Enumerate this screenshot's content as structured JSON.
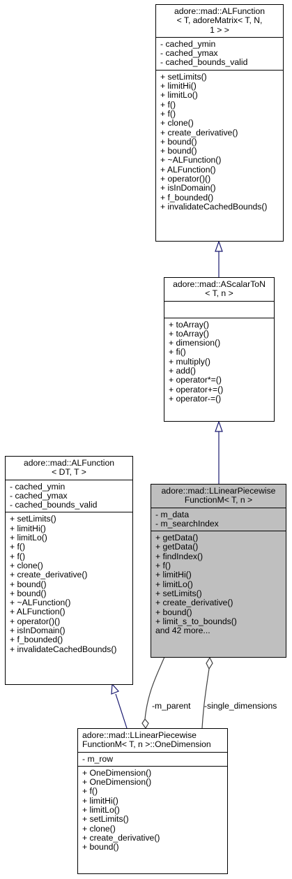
{
  "classes": {
    "alfunction_n": {
      "title": [
        "adore::mad::ALFunction",
        "< T, adoreMatrix< T, N,",
        "1 > >"
      ],
      "attributes": [
        "- cached_ymin",
        "- cached_ymax",
        "- cached_bounds_valid"
      ],
      "methods": [
        "+ setLimits()",
        "+ limitHi()",
        "+ limitLo()",
        "+ f()",
        "+ f()",
        "+ clone()",
        "+ create_derivative()",
        "+ bound()",
        "+ bound()",
        "+ ~ALFunction()",
        "+ ALFunction()",
        "+ operator()()",
        "+ isInDomain()",
        "+ f_bounded()",
        "+ invalidateCachedBounds()"
      ]
    },
    "ascalartoN": {
      "title": [
        "adore::mad::AScalarToN",
        "< T, n >"
      ],
      "attributes": [],
      "methods": [
        "+ toArray()",
        "+ toArray()",
        "+ dimension()",
        "+ fi()",
        "+ multiply()",
        "+ add()",
        "+ operator*=()",
        "+ operator+=()",
        "+ operator-=()"
      ]
    },
    "alfunction_dt": {
      "title": [
        "adore::mad::ALFunction",
        "< DT, T >"
      ],
      "attributes": [
        "- cached_ymin",
        "- cached_ymax",
        "- cached_bounds_valid"
      ],
      "methods": [
        "+ setLimits()",
        "+ limitHi()",
        "+ limitLo()",
        "+ f()",
        "+ f()",
        "+ clone()",
        "+ create_derivative()",
        "+ bound()",
        "+ bound()",
        "+ ~ALFunction()",
        "+ ALFunction()",
        "+ operator()()",
        "+ isInDomain()",
        "+ f_bounded()",
        "+ invalidateCachedBounds()"
      ]
    },
    "llinear": {
      "title": [
        "adore::mad::LLinearPiecewise",
        "FunctionM< T, n >"
      ],
      "attributes": [
        "- m_data",
        "- m_searchIndex"
      ],
      "methods": [
        "+ getData()",
        "+ getData()",
        "+ findIndex()",
        "+ f()",
        "+ limitHi()",
        "+ limitLo()",
        "+ setLimits()",
        "+ create_derivative()",
        "+ bound()",
        "+ limit_s_to_bounds()",
        "and 42 more..."
      ]
    },
    "onedim": {
      "title": [
        "adore::mad::LLinearPiecewise",
        "FunctionM< T, n >::OneDimension"
      ],
      "attributes": [
        "- m_row"
      ],
      "methods": [
        "+ OneDimension()",
        "+ OneDimension()",
        "+ f()",
        "+ limitHi()",
        "+ limitLo()",
        "+ setLimits()",
        "+ clone()",
        "+ create_derivative()",
        "+ bound()"
      ]
    }
  },
  "edge_labels": {
    "parent": "-m_parent",
    "single": "-single_dimensions"
  }
}
